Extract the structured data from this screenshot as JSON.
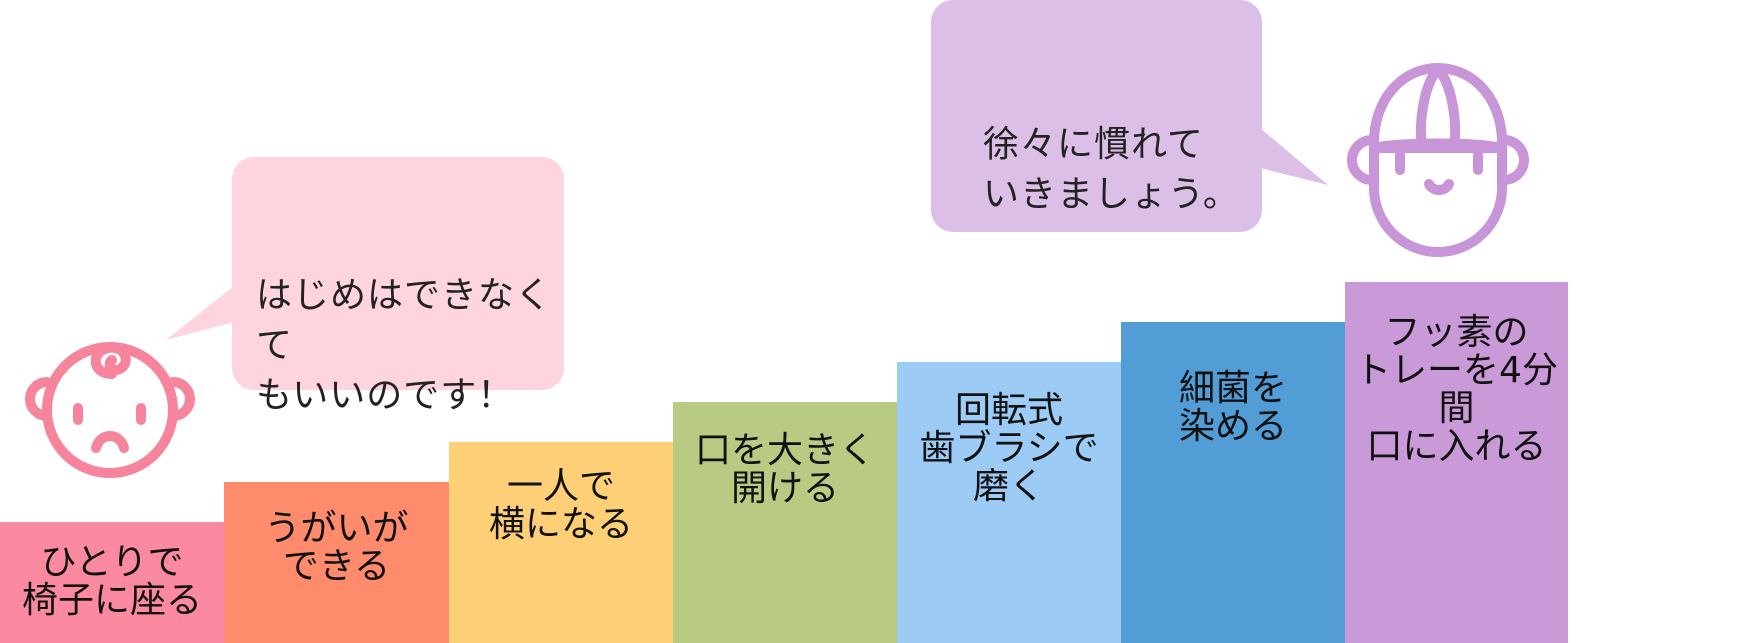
{
  "colors": {
    "step_1": "#fb8aa1",
    "step_2": "#fe8c6c",
    "step_3": "#fdcf76",
    "step_4": "#b9ca82",
    "step_5": "#9ccbf5",
    "step_6": "#529dd6",
    "step_7": "#ca9ad8",
    "bubble_left": "#fed5df",
    "bubble_right": "#dbbfe6",
    "face_left": "#f6849c",
    "face_right": "#c795d8"
  },
  "steps": [
    {
      "label": "ひとりで\n椅子に座る"
    },
    {
      "label": "うがいが\nできる"
    },
    {
      "label": "一人で\n横になる"
    },
    {
      "label": "口を大きく\n開ける"
    },
    {
      "label": "回転式\n歯ブラシで\n磨く"
    },
    {
      "label": "細菌を\n染める"
    },
    {
      "label": "フッ素の\nトレーを4分間\n口に入れる"
    }
  ],
  "bubbles": {
    "left": {
      "text": "はじめはできなくて\nもいいのです！"
    },
    "right": {
      "text": "徐々に慣れて\nいきましょう。"
    }
  },
  "icons": {
    "left": "crying-baby-face-icon",
    "right": "smiling-child-with-cap-icon"
  }
}
